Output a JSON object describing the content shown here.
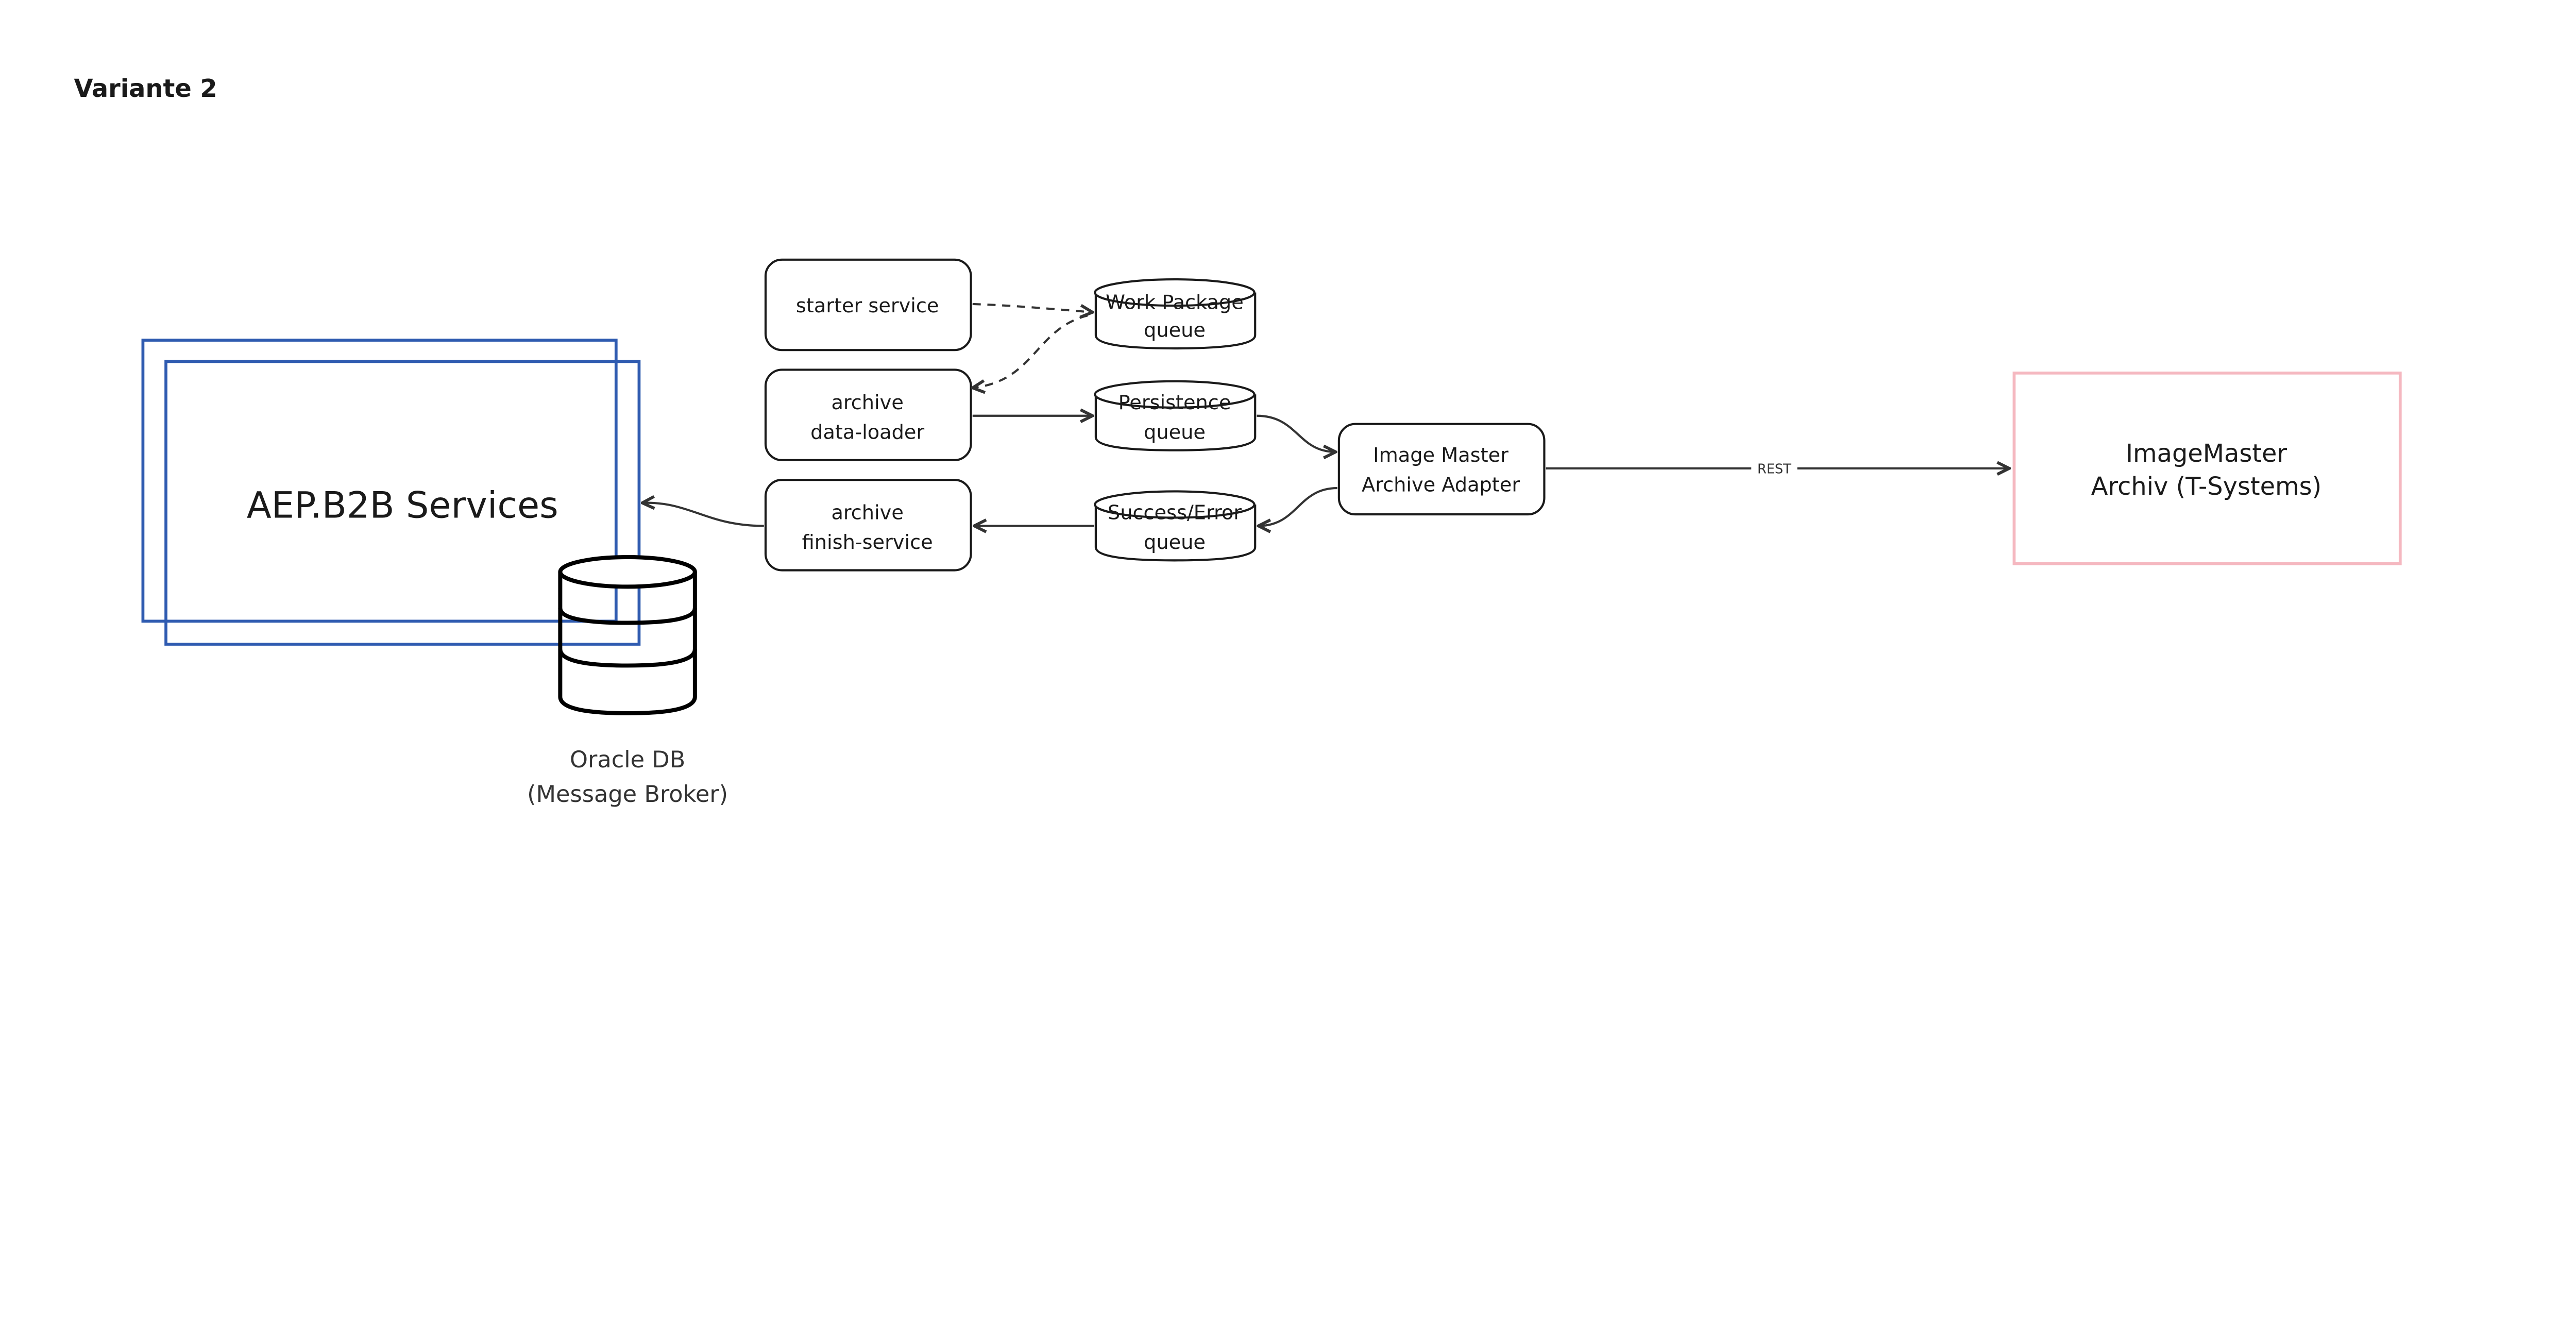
{
  "title": "Variante 2",
  "colors": {
    "services_border": "#2f5bb0",
    "external_border": "#f5b8c0",
    "stroke": "#1a1a1a"
  },
  "nodes": {
    "aep": {
      "label": "AEP.B2B Services"
    },
    "oracle": {
      "line1": "Oracle DB",
      "line2": "(Message Broker)",
      "icon": "database-icon"
    },
    "starter": {
      "label": "starter service"
    },
    "loader": {
      "line1": "archive",
      "line2": "data-loader"
    },
    "finish": {
      "line1": "archive",
      "line2": "finish-service"
    },
    "wp_queue": {
      "line1": "Work Package",
      "line2": "queue"
    },
    "persist_queue": {
      "line1": "Persistence",
      "line2": "queue"
    },
    "result_queue": {
      "line1": "Success/Error",
      "line2": "queue"
    },
    "adapter": {
      "line1": "Image Master",
      "line2": "Archive Adapter"
    },
    "imagemaster": {
      "line1": "ImageMaster",
      "line2": "Archiv (T-Systems)"
    }
  },
  "edges": {
    "rest_label": "REST"
  }
}
